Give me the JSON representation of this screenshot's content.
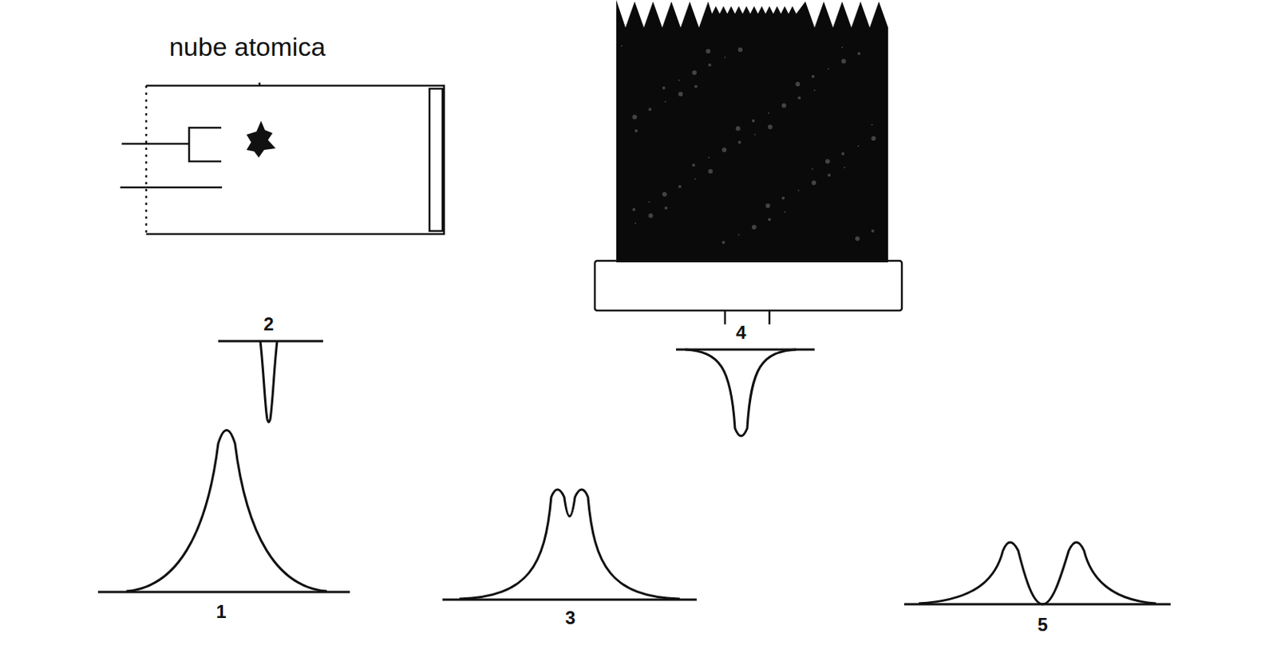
{
  "diagram": {
    "labels": [
      "nube atomica",
      "2",
      "4",
      "1",
      "3",
      "5"
    ]
  }
}
